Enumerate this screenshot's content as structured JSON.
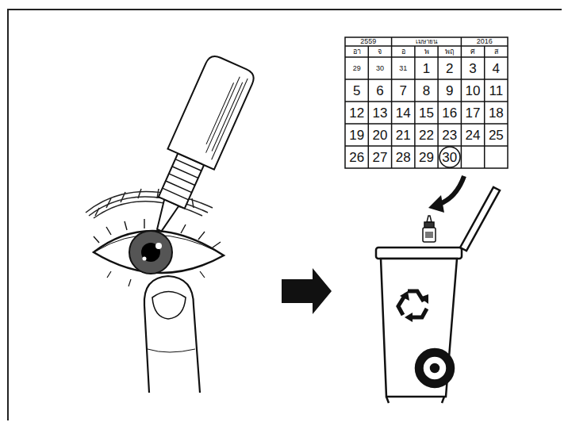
{
  "diagram": {
    "labels": [
      "2559",
      "เมษายน",
      "2016",
      "อา",
      "จ",
      "อ",
      "พ",
      "พฤ",
      "ศ",
      "ส",
      "29",
      "30",
      "31",
      "1",
      "2",
      "3",
      "4",
      "5",
      "6",
      "7",
      "8",
      "9",
      "10",
      "11",
      "12",
      "13",
      "14",
      "15",
      "16",
      "17",
      "18",
      "19",
      "20",
      "21",
      "22",
      "23",
      "24",
      "25",
      "26",
      "27",
      "28",
      "29",
      "30"
    ]
  }
}
